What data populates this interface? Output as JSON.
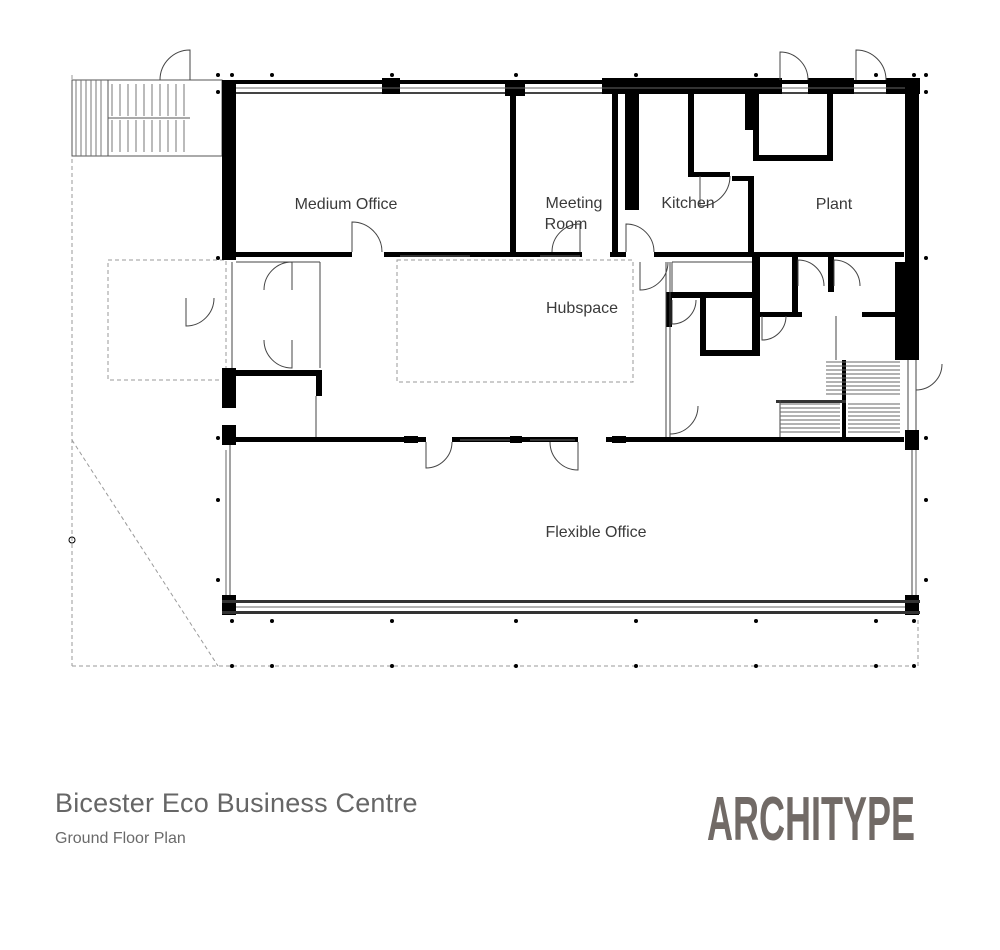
{
  "document": {
    "title": "Bicester Eco Business Centre",
    "subtitle": "Ground Floor Plan"
  },
  "rooms": {
    "medium_office": "Medium Office",
    "meeting_room_line1": "Meeting",
    "meeting_room_line2": "Room",
    "kitchen": "Kitchen",
    "plant": "Plant",
    "hubspace": "Hubspace",
    "flexible_office": "Flexible Office"
  },
  "logo": {
    "text": "ARCHITYPE",
    "color": "#716a66"
  },
  "colors": {
    "wall": "#000000",
    "glazing": "#333333",
    "dashed": "#9a9a9a",
    "label": "#3a3a3a"
  }
}
